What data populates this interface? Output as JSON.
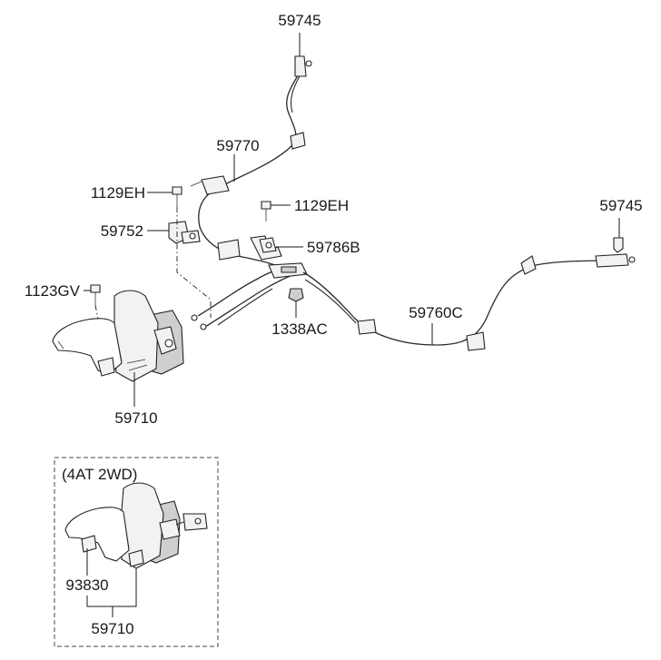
{
  "labels": {
    "clip_top": "59745",
    "cable_front": "59770",
    "bolt_left": "1129EH",
    "bracket": "59752",
    "bolt_mid": "1129EH",
    "clip_mid": "59786B",
    "clip_right": "59745",
    "bolt_lever": "1123GV",
    "nut": "1338AC",
    "cable_rear": "59760C",
    "lever_assy": "59710",
    "variant_title": "(4AT 2WD)",
    "variant_sub": "93830",
    "variant_assy": "59710"
  }
}
